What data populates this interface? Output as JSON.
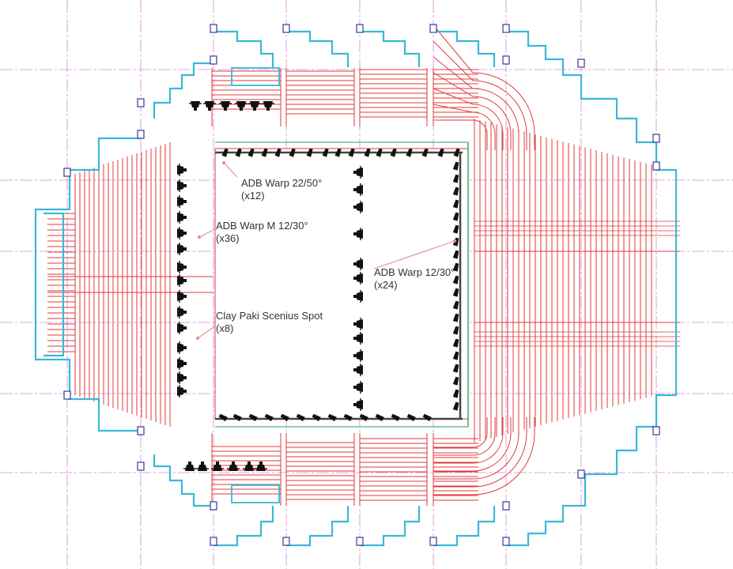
{
  "colors": {
    "background": "#ffffff",
    "grid": "#d987d9",
    "seating": "#e03a3a",
    "walls": "#3ab8d8",
    "columns": "#3a3a9a",
    "stage_edge": "#444444",
    "fixture": "#111111",
    "leader": "#e58c8c",
    "stage_green": "#2e9e6e"
  },
  "icons": {
    "spot_fixture": "clay-paki-spot-icon",
    "warp_fixture": "adb-warp-icon",
    "column": "column-square-icon"
  },
  "labels": {
    "warp_22_50": {
      "name": "ADB Warp 22/50°",
      "qty": "(x12)"
    },
    "warp_m_12_30": {
      "name": "ADB Warp M 12/30°",
      "qty": "(x36)"
    },
    "warp_12_30": {
      "name": "ADB Warp 12/30°",
      "qty": "(x24)"
    },
    "scenius": {
      "name": "Clay Paki Scenius Spot",
      "qty": "(x8)"
    }
  }
}
